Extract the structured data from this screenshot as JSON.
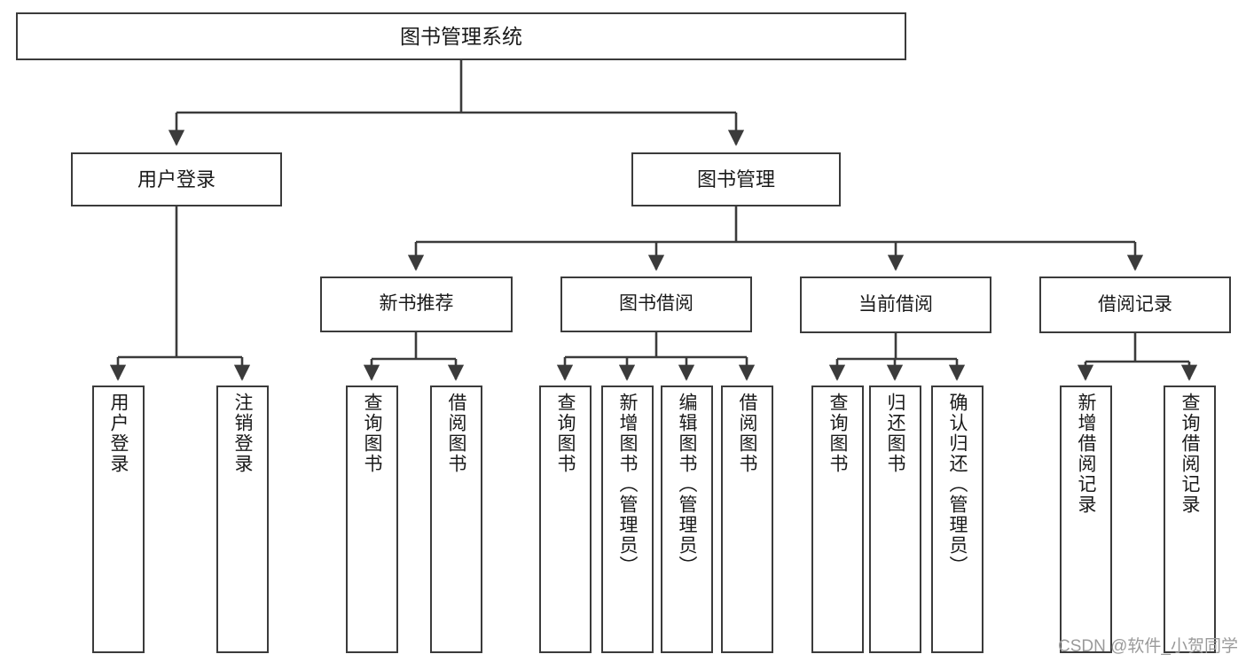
{
  "diagram": {
    "title": "图书管理系统",
    "type": "hierarchy-tree",
    "orientation": "top-down",
    "colors": {
      "box_border": "#3b3b3b",
      "box_fill": "#ffffff",
      "edge": "#3b3b3b",
      "text": "#1a1a1a",
      "watermark": "#9a9a9a"
    },
    "nodes": {
      "root": {
        "label": "图书管理系统"
      },
      "level1": [
        {
          "id": "user-login",
          "label": "用户登录"
        },
        {
          "id": "book-manage",
          "label": "图书管理"
        }
      ],
      "level2": [
        {
          "id": "new-book-recommend",
          "label": "新书推荐"
        },
        {
          "id": "book-borrow",
          "label": "图书借阅"
        },
        {
          "id": "current-borrow",
          "label": "当前借阅"
        },
        {
          "id": "borrow-record",
          "label": "借阅记录"
        }
      ],
      "leaves": {
        "user-login": [
          {
            "id": "leaf-user-login",
            "label": "用户登录"
          },
          {
            "id": "leaf-user-logout",
            "label": "注销登录"
          }
        ],
        "new-book-recommend": [
          {
            "id": "leaf-query-book-1",
            "label": "查询图书"
          },
          {
            "id": "leaf-borrow-book-1",
            "label": "借阅图书"
          }
        ],
        "book-borrow": [
          {
            "id": "leaf-query-book-2",
            "label": "查询图书"
          },
          {
            "id": "leaf-add-book-admin",
            "label": "新增图书（管理员）"
          },
          {
            "id": "leaf-edit-book-admin",
            "label": "编辑图书（管理员）"
          },
          {
            "id": "leaf-borrow-book-2",
            "label": "借阅图书"
          }
        ],
        "current-borrow": [
          {
            "id": "leaf-query-book-3",
            "label": "查询图书"
          },
          {
            "id": "leaf-return-book",
            "label": "归还图书"
          },
          {
            "id": "leaf-confirm-return-admin",
            "label": "确认归还（管理员）"
          }
        ],
        "borrow-record": [
          {
            "id": "leaf-add-borrow-record",
            "label": "新增借阅记录"
          },
          {
            "id": "leaf-query-borrow-record",
            "label": "查询借阅记录"
          }
        ]
      }
    },
    "watermark": "CSDN @软件_小贺同学"
  }
}
